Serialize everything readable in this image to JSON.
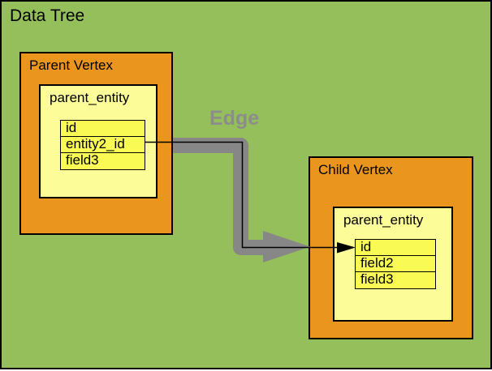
{
  "title": "Data Tree",
  "edge": {
    "label": "Edge"
  },
  "parent_vertex": {
    "label": "Parent Vertex",
    "entity": {
      "name": "parent_entity",
      "fields": [
        "id",
        "entity2_id",
        "field3"
      ]
    }
  },
  "child_vertex": {
    "label": "Child Vertex",
    "entity": {
      "name": "parent_entity",
      "fields": [
        "id",
        "field2",
        "field3"
      ]
    }
  },
  "colors": {
    "background_green": "#94BF5B",
    "vertex_orange": "#EA951E",
    "entity_yellow": "#FCFC98",
    "field_yellow": "#FAFA55",
    "edge_gray": "#878787",
    "border_black": "#000000"
  }
}
